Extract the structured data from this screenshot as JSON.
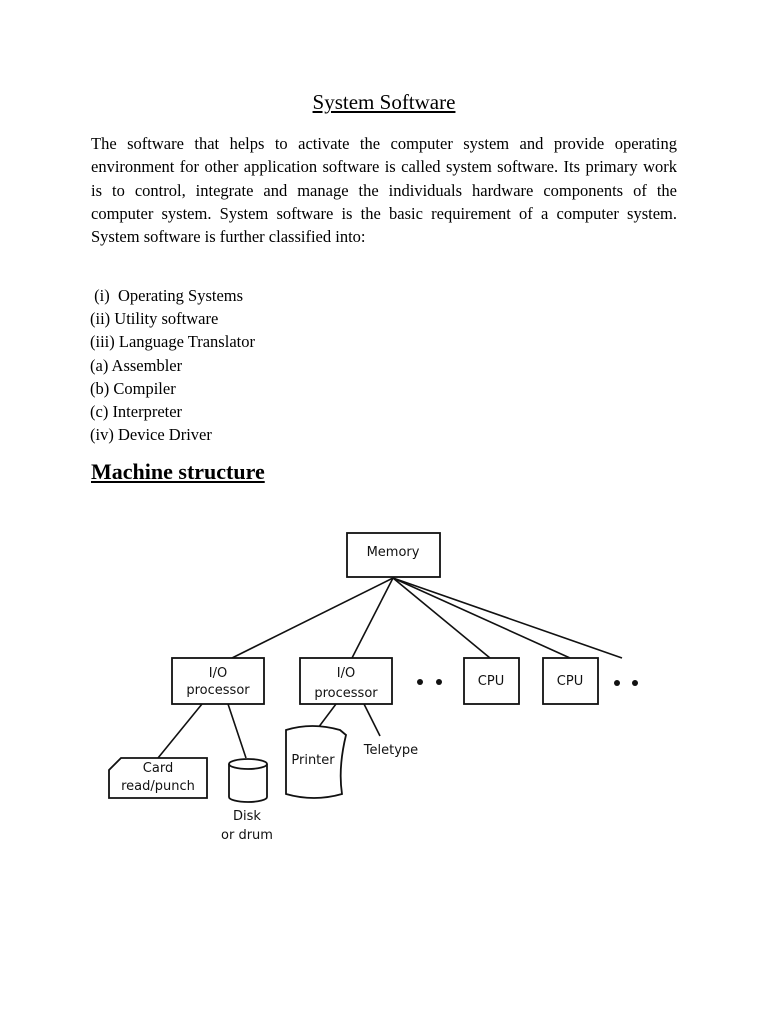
{
  "title": "System Software",
  "intro": "The software that helps to activate the computer system and provide operating environment for other application software is called system software. Its primary work is to control, integrate and manage the individuals hardware components of the computer system. System software is the basic requirement of a computer system. System software is further classified into:",
  "list": [
    " (i)  Operating Systems",
    "(ii) Utility software",
    "(iii) Language Translator",
    "(a) Assembler",
    "(b) Compiler",
    "(c) Interpreter",
    "(iv) Device Driver"
  ],
  "heading": "Machine structure",
  "diagram": {
    "memory": "Memory",
    "io1": [
      "I/O",
      "processor"
    ],
    "io2": [
      "I/O",
      "processor"
    ],
    "cpu1": "CPU",
    "cpu2": "CPU",
    "card": [
      "Card",
      "read/punch"
    ],
    "disk": [
      "Disk",
      "or drum"
    ],
    "printer": "Printer",
    "teletype": "Teletype"
  }
}
